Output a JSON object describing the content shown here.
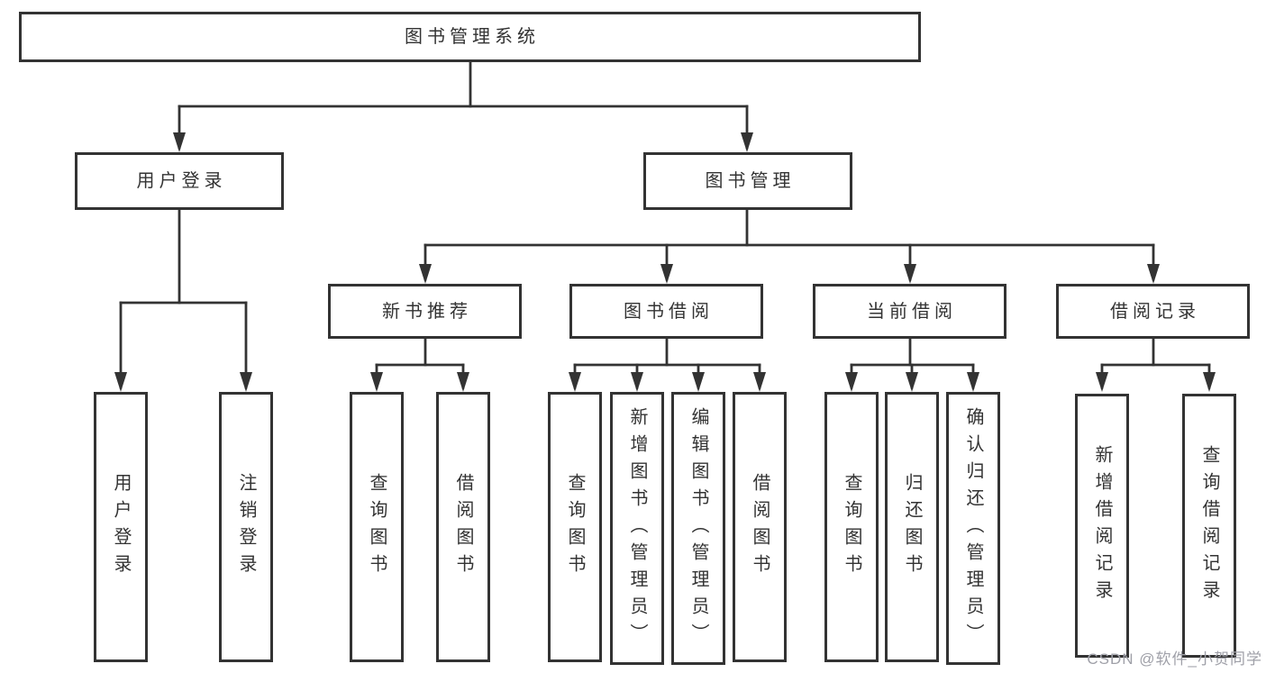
{
  "diagram_type": "hierarchy-tree",
  "colors": {
    "line": "#333333",
    "box_border": "#333333",
    "box_fill": "#ffffff",
    "text": "#333333",
    "watermark": "#9fa0a8"
  },
  "tree": {
    "label": "图书管理系统",
    "children": [
      {
        "label": "用户登录",
        "children": [
          {
            "label": "用户登录"
          },
          {
            "label": "注销登录"
          }
        ]
      },
      {
        "label": "图书管理",
        "children": [
          {
            "label": "新书推荐",
            "children": [
              {
                "label": "查询图书"
              },
              {
                "label": "借阅图书"
              }
            ]
          },
          {
            "label": "图书借阅",
            "children": [
              {
                "label": "查询图书"
              },
              {
                "label": "新增图书（管理员）"
              },
              {
                "label": "编辑图书（管理员）"
              },
              {
                "label": "借阅图书"
              }
            ]
          },
          {
            "label": "当前借阅",
            "children": [
              {
                "label": "查询图书"
              },
              {
                "label": "归还图书"
              },
              {
                "label": "确认归还（管理员）"
              }
            ]
          },
          {
            "label": "借阅记录",
            "children": [
              {
                "label": "新增借阅记录"
              },
              {
                "label": "查询借阅记录"
              }
            ]
          }
        ]
      }
    ]
  },
  "watermark": {
    "text": "CSDN @软件_小贺同学"
  }
}
